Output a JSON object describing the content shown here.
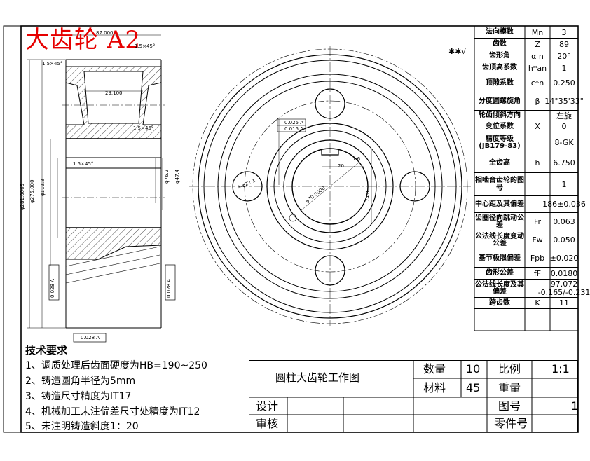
{
  "drawing_title": "大齿轮 A2",
  "top_mark": "✱✱√",
  "params": [
    {
      "name": "法向模数",
      "symbol": "Mn",
      "value": "3"
    },
    {
      "name": "齿数",
      "symbol": "Z",
      "value": "89"
    },
    {
      "name": "齿形角",
      "symbol": "α n",
      "value": "20°"
    },
    {
      "name": "齿顶高系数",
      "symbol": "h*an",
      "value": "1"
    },
    {
      "name": "顶隙系数",
      "symbol": "c*n",
      "value": "0.250"
    },
    {
      "name": "分度圆螺旋角",
      "symbol": "β",
      "value": "14°35'33\""
    },
    {
      "name": "轮齿倾斜方向",
      "symbol": "",
      "value": "左旋"
    },
    {
      "name": "变位系数",
      "symbol": "X",
      "value": "0"
    },
    {
      "name": "精度等级 (JB179-83)",
      "symbol": "",
      "value": "8-GK"
    },
    {
      "name": "全齿高",
      "symbol": "h",
      "value": "6.750"
    },
    {
      "name": "相啮合齿轮的图号",
      "symbol": "",
      "value": "1"
    },
    {
      "name": "中心距及其偏差",
      "symbol": "",
      "value": "186±0.036"
    },
    {
      "name": "齿圈径向跳动公差",
      "symbol": "Fr",
      "value": "0.063"
    },
    {
      "name": "公法线长度变动公差",
      "symbol": "Fw",
      "value": "0.050"
    },
    {
      "name": "基节极限偏差",
      "symbol": "Fpb",
      "value": "±0.020"
    },
    {
      "name": "齿形公差",
      "symbol": "fF",
      "value": "0.0180"
    },
    {
      "name": "公法线长度及其偏差",
      "symbol": "",
      "value": "97.072 -0.165/-0.231"
    },
    {
      "name": "跨齿数",
      "symbol": "K",
      "value": "11"
    }
  ],
  "requirements": {
    "heading": "技术要求",
    "items": [
      "1、调质处理后齿面硬度为HB=190~250",
      "2、铸造圆角半径为5mm",
      "3、铸造尺寸精度为IT17",
      "4、机械加工未注偏差尺寸处精度为IT12",
      "5、未注明铸造斜度1：20"
    ]
  },
  "title_block": {
    "name": "圆柱大齿轮工作图",
    "qty_label": "数量",
    "qty_value": "10",
    "scale_label": "比例",
    "scale_value": "1:1",
    "material_label": "材料",
    "material_value": "45",
    "weight_label": "重量",
    "design_label": "设计",
    "drawing_no_label": "图号",
    "drawing_no_value": "1",
    "review_label": "审核",
    "part_no_label": "零件号"
  },
  "dims": {
    "chamfer1": "1.5×45°",
    "chamfer2": "1.5×45°",
    "chamfer3": "1.5×45°",
    "chamfer4": "1.5×45°",
    "width_top": "87.000",
    "web_w": "29.100",
    "dia_tip": "φ281.0065",
    "dia_275": "φ275.000",
    "dia_112": "φ112.3",
    "dia_76": "φ76.2",
    "dia_47": "φ47.4",
    "tol1": "0.025 A",
    "tol2": "0.015 A",
    "tol3": "0.028 A",
    "tol4": "0.028 A",
    "tol5": "0.028 A",
    "keyway_w": "20",
    "bore": "φ70.0000",
    "hub_h": "74.8",
    "holes": "4-φ22.1",
    "rough_ra": "1.6"
  }
}
